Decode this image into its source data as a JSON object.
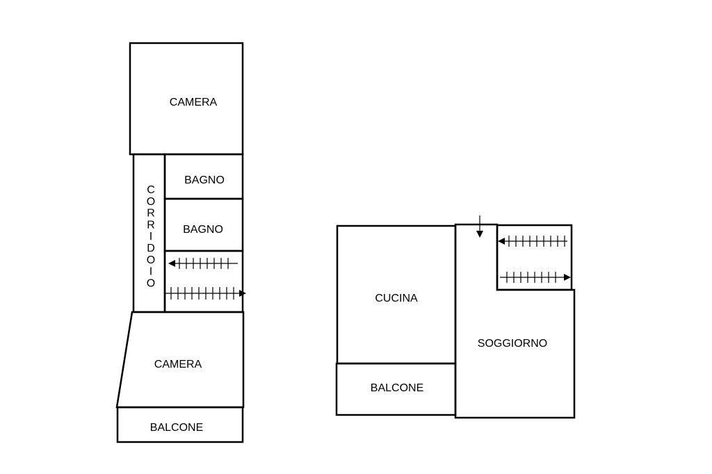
{
  "floor_plan": {
    "colors": {
      "camera": "#ffd1dc",
      "bagno": "#d6eaff",
      "corridoio": "#d9d9d9",
      "balcone": "#b8730a",
      "cucina": "#ffc800",
      "soggiorno": "#ffff00",
      "walls": "#000000"
    },
    "left_unit": {
      "camera_top": "CAMERA",
      "bagno_1": "BAGNO",
      "bagno_2": "BAGNO",
      "corridoio": "CORRIDOIO",
      "camera_bottom": "CAMERA",
      "balcone": "BALCONE"
    },
    "right_unit": {
      "cucina": "CUCINA",
      "soggiorno": "SOGGIORNO",
      "balcone": "BALCONE"
    },
    "icons": [
      "stair-arrow-icon",
      "entrance-arrow-icon"
    ]
  }
}
